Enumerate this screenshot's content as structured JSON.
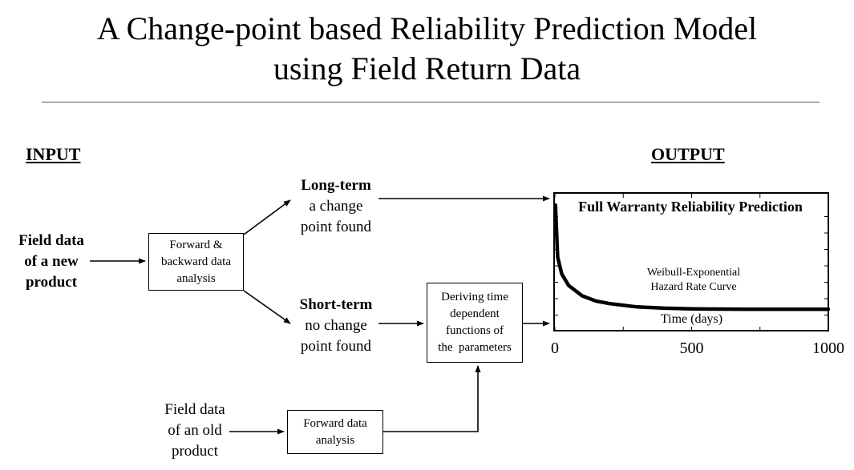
{
  "title": {
    "line1": "A Change-point based Reliability Prediction Model",
    "line2": "using Field Return Data"
  },
  "headings": {
    "input": "INPUT",
    "output": "OUTPUT"
  },
  "nodes": {
    "new_product": [
      "Field data",
      "of a new",
      "product"
    ],
    "fb_analysis": [
      "Forward &",
      "backward data",
      "analysis"
    ],
    "long_term": {
      "head": "Long-term",
      "lines": [
        "a change",
        "point found"
      ]
    },
    "short_term": {
      "head": "Short-term",
      "lines": [
        "no change",
        "point found"
      ]
    },
    "deriving": [
      "Deriving time",
      "dependent",
      "functions of",
      "the  parameters"
    ],
    "old_product": [
      "Field data",
      "of an old",
      "product"
    ],
    "f_analysis": [
      "Forward data",
      "analysis"
    ]
  },
  "plot": {
    "title": "Full Warranty Reliability Prediction",
    "curve_label": [
      "Weibull-Exponential",
      "Hazard Rate Curve"
    ],
    "xlabel": "Time (days)"
  },
  "chart_data": {
    "type": "line",
    "title": "Full Warranty Reliability Prediction",
    "xlabel": "Time (days)",
    "ylabel": "",
    "xlim": [
      0,
      1000
    ],
    "x_ticks": [
      "0",
      "500",
      "1000"
    ],
    "series": [
      {
        "name": "Weibull-Exponential Hazard Rate Curve",
        "x": [
          2,
          10,
          25,
          50,
          100,
          150,
          200,
          300,
          400,
          500,
          600,
          700,
          800,
          900,
          1000
        ],
        "y": [
          0.95,
          0.55,
          0.42,
          0.33,
          0.25,
          0.21,
          0.19,
          0.165,
          0.155,
          0.15,
          0.148,
          0.147,
          0.147,
          0.147,
          0.147
        ]
      }
    ]
  }
}
